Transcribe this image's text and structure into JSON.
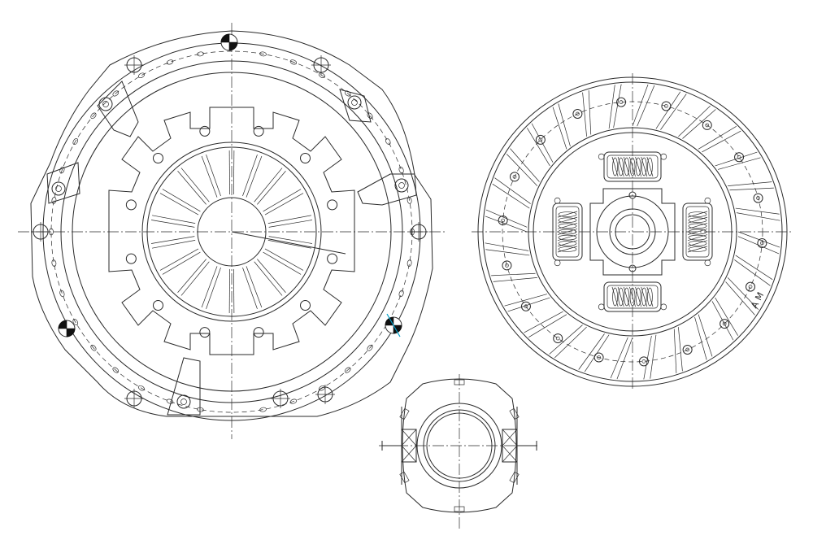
{
  "drawing": {
    "parts": [
      {
        "id": "pressure-plate",
        "label": ""
      },
      {
        "id": "clutch-disc",
        "label": ""
      },
      {
        "id": "release-bearing",
        "label": ""
      }
    ],
    "disc_marking": "A  M",
    "accent_color": "#00a0c8",
    "line_color": "#2a2a2a"
  }
}
